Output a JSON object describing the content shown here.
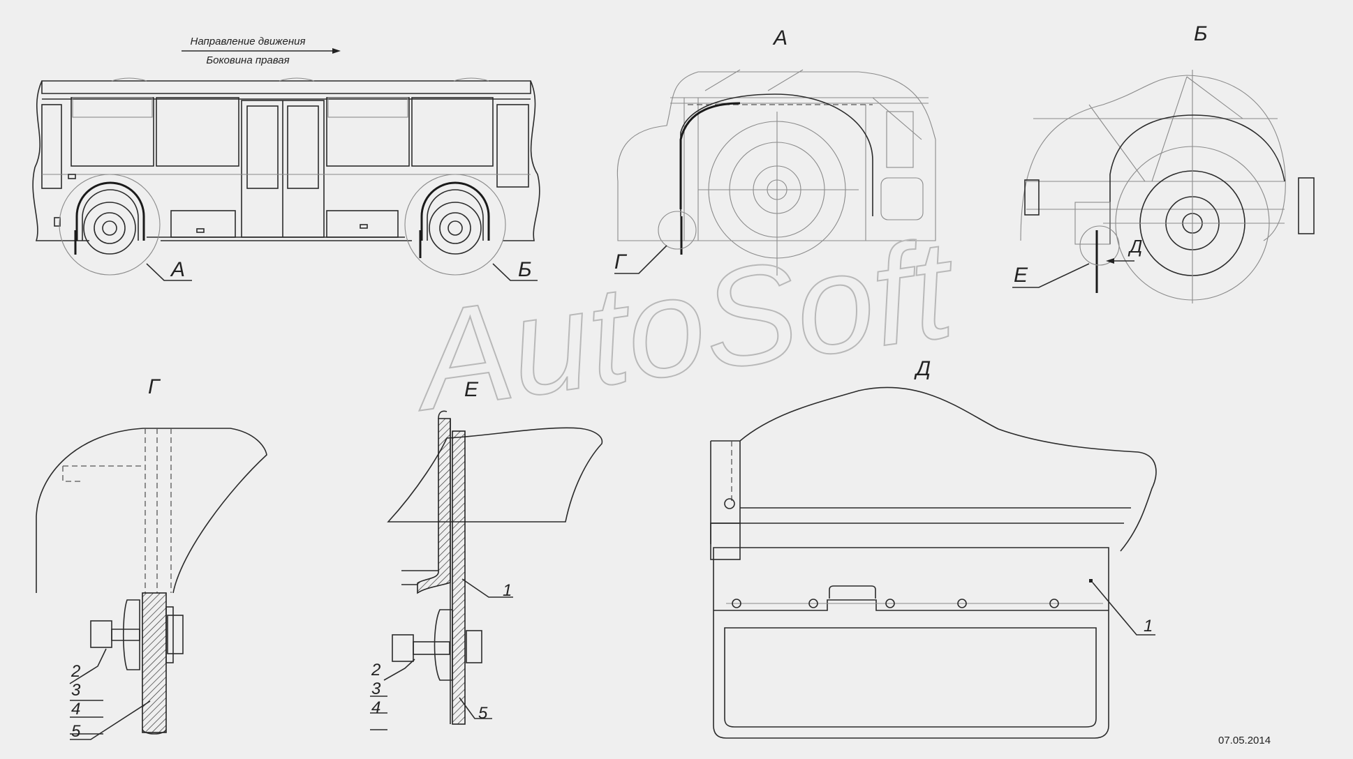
{
  "header": {
    "direction_label": "Направление движения",
    "side_label": "Боковина правая"
  },
  "views": {
    "A": "А",
    "B": "Б",
    "G": "Г",
    "E": "Е",
    "D": "Д"
  },
  "callouts": {
    "n1": "1",
    "n2": "2",
    "n3": "3",
    "n4": "4",
    "n5": "5"
  },
  "watermark": "AutoSoft",
  "date": "07.05.2014"
}
